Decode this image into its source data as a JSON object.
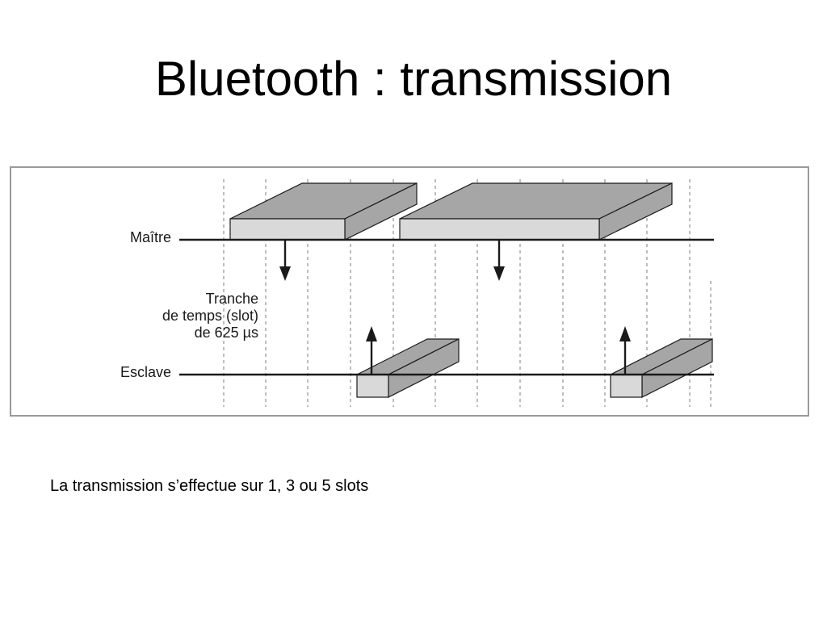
{
  "slide": {
    "title": "Bluetooth : transmission",
    "caption": "La transmission s’effectue sur 1, 3 ou 5 slots"
  },
  "diagram": {
    "labels": {
      "master": "Maître",
      "slave": "Esclave",
      "slot_line1": "Tranche",
      "slot_line2": "de temps (slot)",
      "slot_line3": "de 625 µs"
    },
    "colors": {
      "packet_front": "#d9d9d9",
      "packet_top": "#a6a6a6",
      "line": "#1a1a1a",
      "grid": "#9a9a9a",
      "frame": "#9a9a9a"
    }
  }
}
